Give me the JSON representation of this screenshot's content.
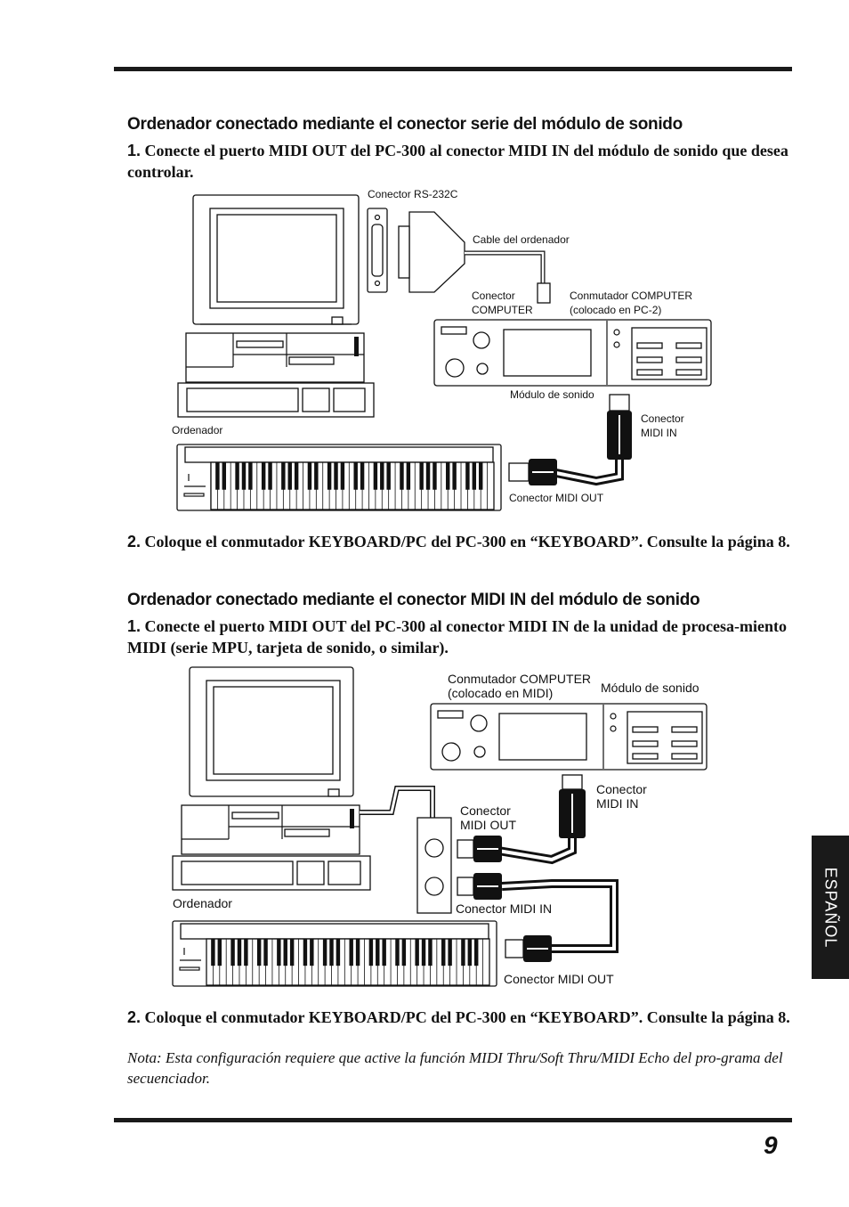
{
  "section1": {
    "heading": "Ordenador conectado mediante el conector serie del módulo de sonido",
    "step1_num": "1.",
    "step1_text": "Conecte el puerto MIDI OUT del PC-300 al conector MIDI IN del módulo de sonido que desea controlar.",
    "figure": {
      "label_rs232": "Conector RS-232C",
      "label_cable": "Cable del ordenador",
      "label_conector_computer_1": "Conector",
      "label_conector_computer_2": "COMPUTER",
      "label_switch_1": "Conmutador COMPUTER",
      "label_switch_2": "(colocado en PC-2)",
      "label_module": "Módulo de sonido",
      "label_computer": "Ordenador",
      "label_midi_in_1": "Conector",
      "label_midi_in_2": "MIDI IN",
      "label_midi_out": "Conector MIDI OUT"
    },
    "step2_num": "2.",
    "step2_text": "Coloque el conmutador KEYBOARD/PC del PC-300 en “KEYBOARD”. Consulte la página 8."
  },
  "section2": {
    "heading": "Ordenador conectado mediante el conector MIDI IN del módulo de sonido",
    "step1_num": "1.",
    "step1_text": "Conecte el puerto MIDI OUT del PC-300 al conector MIDI IN de la unidad de procesa-miento MIDI (serie MPU, tarjeta de sonido, o similar).",
    "figure": {
      "label_switch_1": "Conmutador COMPUTER",
      "label_switch_2": "(colocado en MIDI)",
      "label_module": "Módulo de sonido",
      "label_midi_in_top_1": "Conector",
      "label_midi_in_top_2": "MIDI IN",
      "label_midi_out_mid_1": "Conector",
      "label_midi_out_mid_2": "MIDI OUT",
      "label_computer": "Ordenador",
      "label_midi_in_bottom": "Conector MIDI IN",
      "label_midi_out_bottom": "Conector MIDI OUT"
    },
    "step2_num": "2.",
    "step2_text": "Coloque el conmutador KEYBOARD/PC del PC-300 en “KEYBOARD”. Consulte la página 8.",
    "note": "Nota: Esta configuración requiere que active la función MIDI Thru/Soft Thru/MIDI Echo del pro-grama del secuenciador."
  },
  "side_tab": "ESPAÑOL",
  "page_number": "9"
}
